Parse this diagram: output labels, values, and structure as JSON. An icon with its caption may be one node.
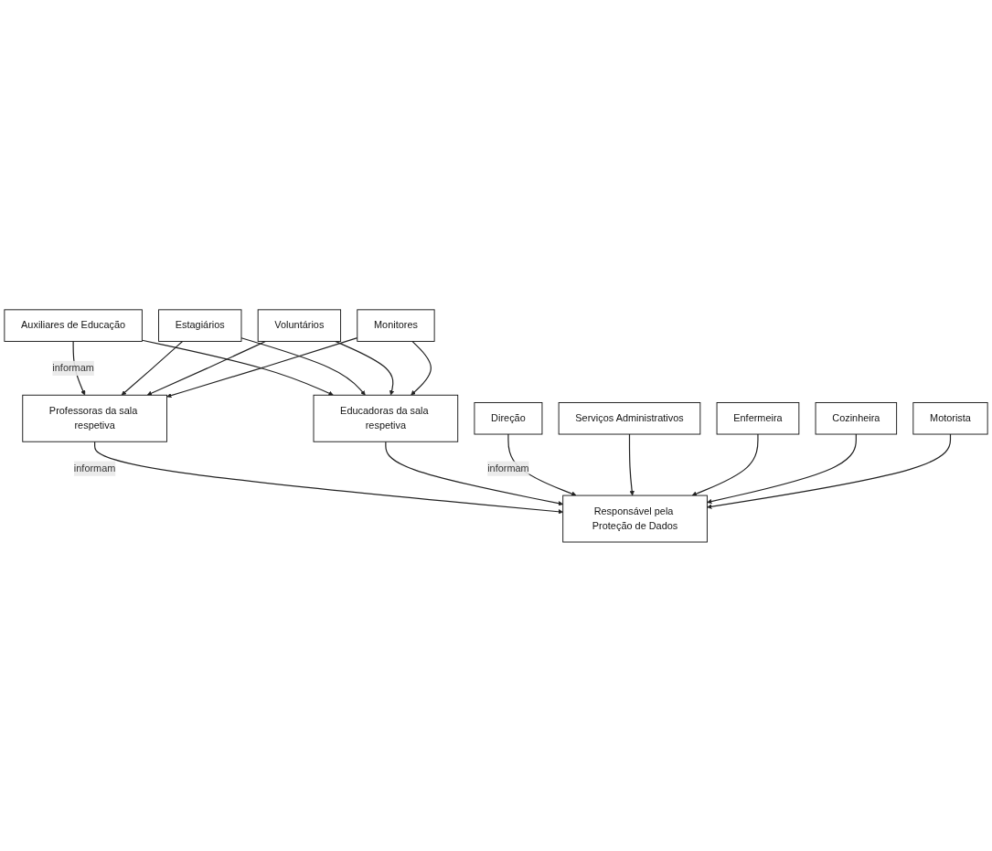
{
  "diagram": {
    "nodes": [
      {
        "text": [
          "Auxiliares de Educação"
        ]
      },
      {
        "text": [
          "Estagiários"
        ]
      },
      {
        "text": [
          "Voluntários"
        ]
      },
      {
        "text": [
          "Monitores"
        ]
      },
      {
        "text": [
          "Professoras da sala respetiva"
        ]
      },
      {
        "text": [
          "Educadoras da sala respetiva"
        ]
      },
      {
        "text": [
          "Responsável pela Proteção de Dados"
        ]
      },
      {
        "text": [
          "Enfermeira"
        ]
      },
      {
        "text": [
          "Direção"
        ]
      },
      {
        "text": [
          "Cozinheira"
        ]
      },
      {
        "text": [
          "Motorista"
        ]
      },
      {
        "text": [
          "Serviços Administrativos"
        ]
      }
    ],
    "edges": [
      {
        "from": 0,
        "to": 4,
        "arrow": "to",
        "label": "informam"
      },
      {
        "from": 0,
        "to": 5,
        "arrow": "to"
      },
      {
        "from": 1,
        "to": 4,
        "arrow": "to"
      },
      {
        "from": 1,
        "to": 5,
        "arrow": "to"
      },
      {
        "from": 2,
        "to": 4,
        "arrow": "to"
      },
      {
        "from": 2,
        "to": 5,
        "arrow": "to"
      },
      {
        "from": 3,
        "to": 4,
        "arrow": "to"
      },
      {
        "from": 3,
        "to": 5,
        "arrow": "to"
      },
      {
        "from": 4,
        "to": 6,
        "arrow": "to",
        "label": "informam"
      },
      {
        "from": 5,
        "to": 6,
        "arrow": "to"
      },
      {
        "from": 8,
        "to": 6,
        "arrow": "to",
        "label": "informam"
      },
      {
        "from": 11,
        "to": 6,
        "arrow": "to"
      },
      {
        "from": 7,
        "to": 6,
        "arrow": "to"
      },
      {
        "from": 9,
        "to": 6,
        "arrow": "to"
      },
      {
        "from": 10,
        "to": 6,
        "arrow": "to"
      }
    ]
  }
}
